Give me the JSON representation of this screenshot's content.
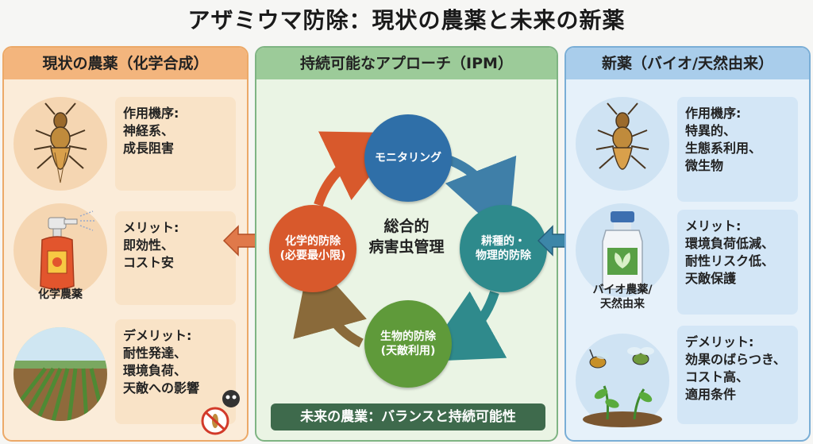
{
  "title": "アザミウマ防除：現状の農薬と未来の新薬",
  "left": {
    "header": "現状の農薬（化学合成）",
    "cards": [
      {
        "title": "作用機序:",
        "body": "神経系、\n成長阻害"
      },
      {
        "title": "メリット:",
        "body": "即効性、\nコスト安"
      },
      {
        "title": "デメリット:",
        "body": "耐性発達、\n環境負荷、\n天敵への影響"
      }
    ],
    "spray_label": "化学農薬"
  },
  "middle": {
    "header": "持続可能なアプローチ（IPM）",
    "center": "総合的\n病害虫管理",
    "nodes": {
      "monitoring": "モニタリング",
      "cultural": "耕種的・\n物理的防除",
      "biological": "生物的防除\n(天敵利用)",
      "chemical": "化学的防除\n(必要最小限)"
    },
    "footer": "未来の農業：バランスと持続可能性"
  },
  "right": {
    "header": "新薬（バイオ/天然由来）",
    "cards": [
      {
        "title": "作用機序:",
        "body": "特異的、\n生態系利用、\n微生物"
      },
      {
        "title": "メリット:",
        "body": "環境負荷低減、\n耐性リスク低、\n天敵保護"
      },
      {
        "title": "デメリット:",
        "body": "効果のばらつき、\nコスト高、\n適用条件"
      }
    ],
    "bottle_label": "バイオ農薬/\n天然由来"
  },
  "colors": {
    "monitoring": "#2f6fa8",
    "cultural": "#2e8a8c",
    "biological": "#5f9a3a",
    "chemical": "#d8592c"
  }
}
